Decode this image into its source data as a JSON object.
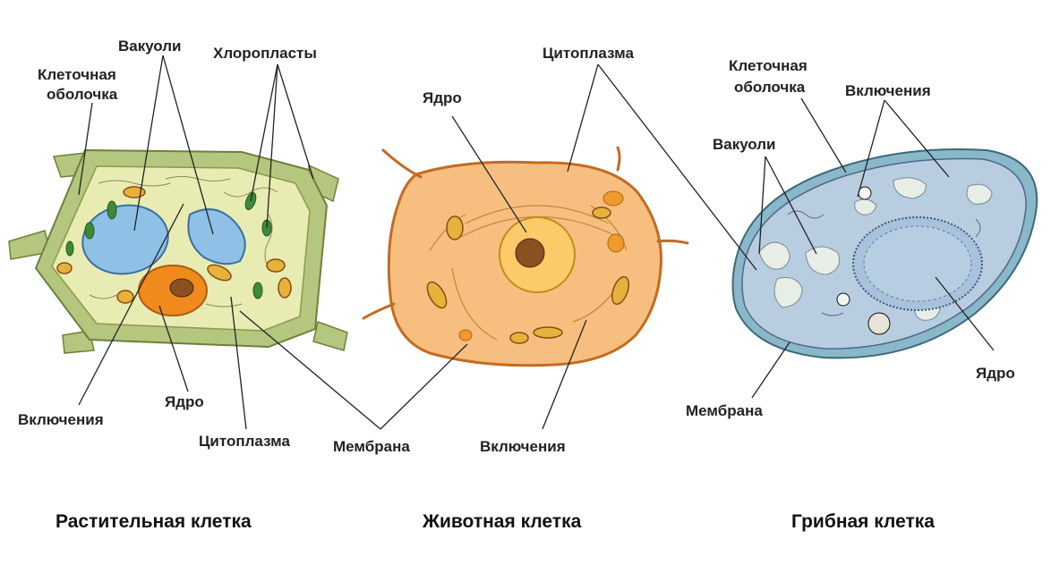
{
  "plant": {
    "caption": "Растительная клетка",
    "labels": {
      "wall_line1": "Клеточная",
      "wall_line2": "оболочка",
      "vacuoles": "Вакуоли",
      "chloroplasts": "Хлоропласты",
      "inclusions": "Включения",
      "nucleus": "Ядро",
      "cytoplasm": "Цитоплазма"
    }
  },
  "animal": {
    "caption": "Животная клетка",
    "labels": {
      "cytoplasm": "Цитоплазма",
      "nucleus": "Ядро",
      "membrane": "Мембрана",
      "inclusions": "Включения"
    }
  },
  "fungal": {
    "caption": "Грибная клетка",
    "labels": {
      "wall_line1": "Клеточная",
      "wall_line2": "оболочка",
      "inclusions": "Включения",
      "vacuoles": "Вакуоли",
      "nucleus": "Ядро",
      "membrane": "Мембрана"
    }
  },
  "colors": {
    "plant_wall": "#b5c77e",
    "plant_cytoplasm": "#e8ecb2",
    "plant_vacuole": "#8fc1e6",
    "chloroplast": "#3f8a3a",
    "plant_nucleus": "#f08a1c",
    "animal_body": "#f7bf7f",
    "animal_outline": "#c46b22",
    "animal_nucleus": "#fbcb6a",
    "fungal_wall": "#8ab8c8",
    "fungal_body": "#b9cde0",
    "fungal_vacuole": "#e6eee6"
  }
}
